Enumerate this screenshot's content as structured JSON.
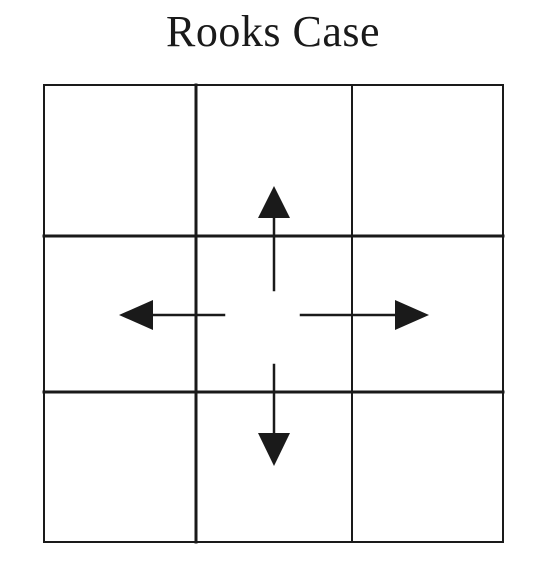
{
  "title": "Rooks Case",
  "grid": {
    "rows": 3,
    "cols": 3
  },
  "arrows": [
    "up",
    "left",
    "right",
    "down"
  ],
  "colors": {
    "line": "#1a1a1a",
    "background": "#ffffff"
  }
}
